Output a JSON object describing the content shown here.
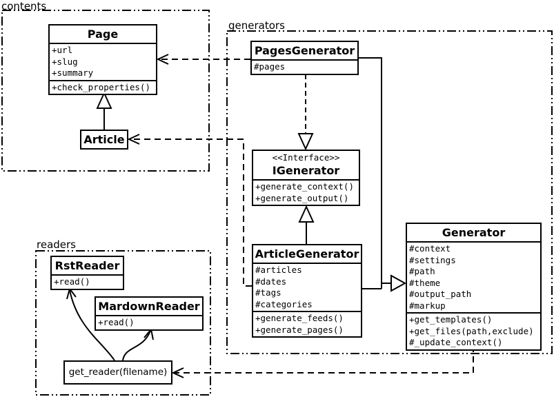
{
  "diagram": {
    "packages": {
      "contents": {
        "label": "contents"
      },
      "generators": {
        "label": "generators"
      },
      "readers": {
        "label": "readers"
      }
    },
    "classes": {
      "page": {
        "name": "Page",
        "attrs": [
          "+url",
          "+slug",
          "+summary"
        ],
        "methods": [
          "+check_properties()"
        ]
      },
      "article": {
        "name": "Article"
      },
      "pages_generator": {
        "name": "PagesGenerator",
        "attrs": [
          "#pages"
        ]
      },
      "igenerator": {
        "stereotype": "<<Interface>>",
        "name": "IGenerator",
        "methods": [
          "+generate_context()",
          "+generate_output()"
        ]
      },
      "article_generator": {
        "name": "ArticleGenerator",
        "attrs": [
          "#articles",
          "#dates",
          "#tags",
          "#categories"
        ],
        "methods": [
          "+generate_feeds()",
          "+generate_pages()"
        ]
      },
      "generator": {
        "name": "Generator",
        "attrs": [
          "#context",
          "#settings",
          "#path",
          "#theme",
          "#output_path",
          "#markup"
        ],
        "methods": [
          "+get_templates()",
          "+get_files(path,exclude)",
          "#_update_context()"
        ]
      },
      "rst_reader": {
        "name": "RstReader",
        "methods": [
          "+read()"
        ]
      },
      "mardown_reader": {
        "name": "MardownReader",
        "methods": [
          "+read()"
        ]
      },
      "get_reader": {
        "name": "get_reader(filename)"
      }
    },
    "colors": {
      "line": "#000000",
      "background": "#ffffff"
    }
  }
}
